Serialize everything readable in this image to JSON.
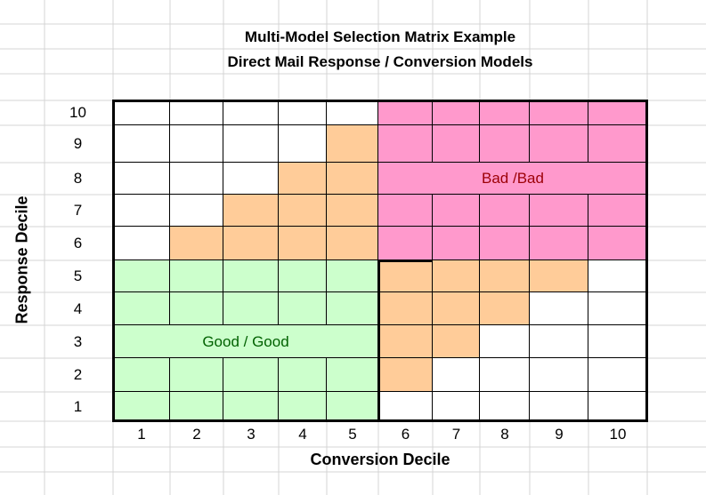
{
  "chart_data": {
    "type": "heatmap",
    "title": "Multi-Model Selection Matrix Example",
    "subtitle": "Direct Mail Response / Conversion Models",
    "xlabel": "Conversion Decile",
    "ylabel": "Response Decile",
    "x_ticks": [
      "1",
      "2",
      "3",
      "4",
      "5",
      "6",
      "7",
      "8",
      "9",
      "10"
    ],
    "y_ticks": [
      "10",
      "9",
      "8",
      "7",
      "6",
      "5",
      "4",
      "3",
      "2",
      "1"
    ],
    "legend": {
      "good": "Good / Good",
      "bad": "Bad /Bad"
    },
    "colors": {
      "none": "#FFFFFF",
      "mixed": "#FFCC99",
      "bad": "#FF99CC",
      "good": "#CCFFCC",
      "good_text": "#006100",
      "bad_text": "#9C0006"
    },
    "rows_top_to_bottom": [
      [
        "none",
        "none",
        "none",
        "none",
        "none",
        "bad",
        "bad",
        "bad",
        "bad",
        "bad"
      ],
      [
        "none",
        "none",
        "none",
        "none",
        "mixed",
        "bad",
        "bad",
        "bad",
        "bad",
        "bad"
      ],
      [
        "none",
        "none",
        "none",
        "mixed",
        "mixed",
        "bad",
        "bad",
        "bad",
        "bad",
        "bad"
      ],
      [
        "none",
        "none",
        "mixed",
        "mixed",
        "mixed",
        "bad",
        "bad",
        "bad",
        "bad",
        "bad"
      ],
      [
        "none",
        "mixed",
        "mixed",
        "mixed",
        "mixed",
        "bad",
        "bad",
        "bad",
        "bad",
        "bad"
      ],
      [
        "good",
        "good",
        "good",
        "good",
        "good",
        "mixed",
        "mixed",
        "mixed",
        "mixed",
        "none"
      ],
      [
        "good",
        "good",
        "good",
        "good",
        "good",
        "mixed",
        "mixed",
        "mixed",
        "none",
        "none"
      ],
      [
        "good",
        "good",
        "good",
        "good",
        "good",
        "mixed",
        "mixed",
        "none",
        "none",
        "none"
      ],
      [
        "good",
        "good",
        "good",
        "good",
        "good",
        "mixed",
        "none",
        "none",
        "none",
        "none"
      ],
      [
        "good",
        "good",
        "good",
        "good",
        "good",
        "none",
        "none",
        "none",
        "none",
        "none"
      ]
    ]
  }
}
